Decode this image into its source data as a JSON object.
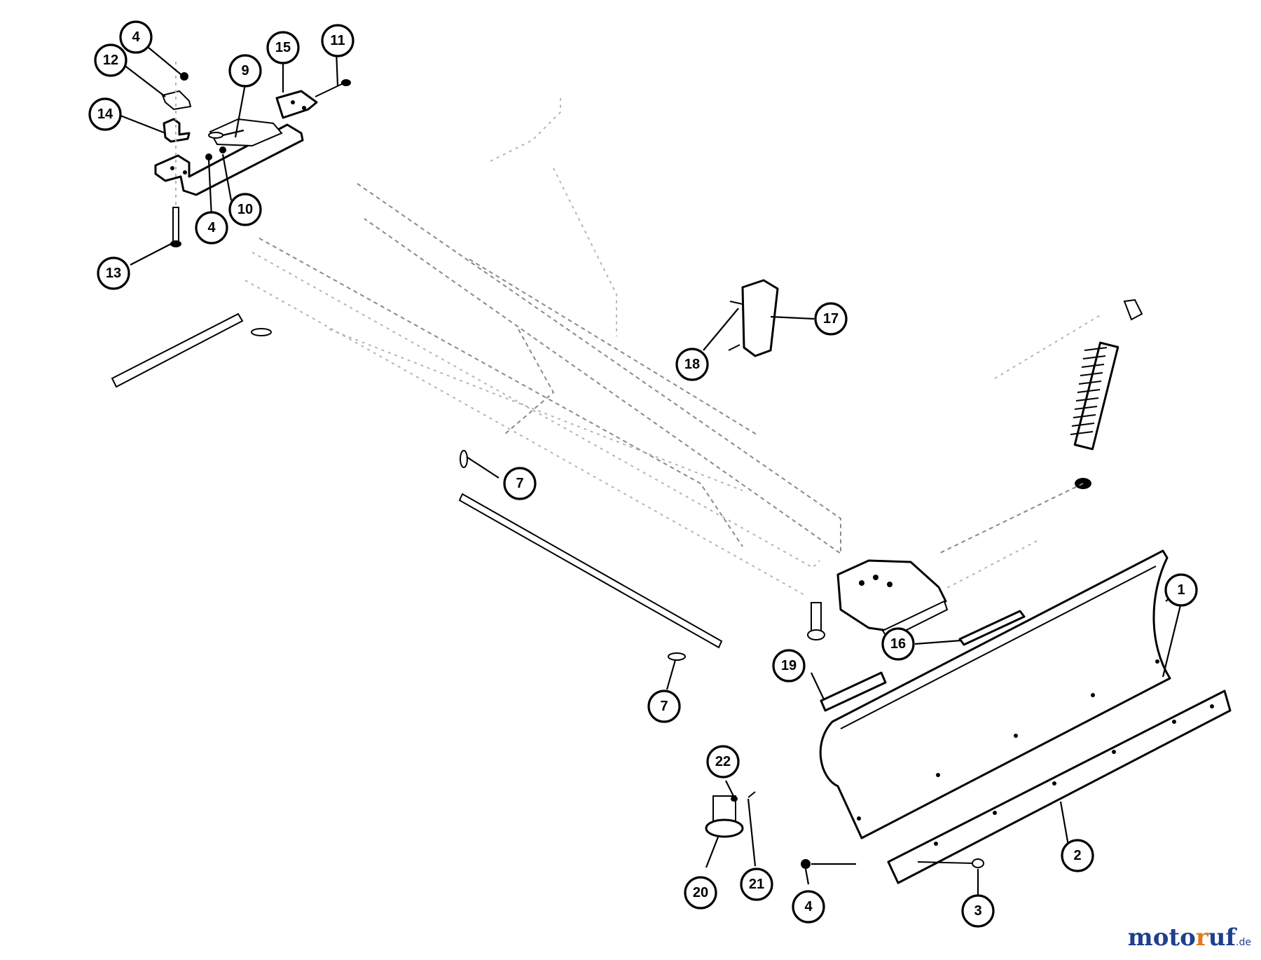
{
  "callouts": [
    {
      "id": "c4a",
      "label": "4"
    },
    {
      "id": "c12",
      "label": "12"
    },
    {
      "id": "c14",
      "label": "14"
    },
    {
      "id": "c9",
      "label": "9"
    },
    {
      "id": "c15",
      "label": "15"
    },
    {
      "id": "c11",
      "label": "11"
    },
    {
      "id": "c10",
      "label": "10"
    },
    {
      "id": "c4b",
      "label": "4"
    },
    {
      "id": "c13",
      "label": "13"
    },
    {
      "id": "c17",
      "label": "17"
    },
    {
      "id": "c18",
      "label": "18"
    },
    {
      "id": "c7a",
      "label": "7"
    },
    {
      "id": "c7b",
      "label": "7"
    },
    {
      "id": "c1",
      "label": "1"
    },
    {
      "id": "c16",
      "label": "16"
    },
    {
      "id": "c19",
      "label": "19"
    },
    {
      "id": "c22",
      "label": "22"
    },
    {
      "id": "c2",
      "label": "2"
    },
    {
      "id": "c20",
      "label": "20"
    },
    {
      "id": "c21",
      "label": "21"
    },
    {
      "id": "c4c",
      "label": "4"
    },
    {
      "id": "c3",
      "label": "3"
    }
  ],
  "watermark": {
    "part_a": "moto",
    "part_b": "r",
    "part_c": "uf",
    "tld": ".de"
  }
}
